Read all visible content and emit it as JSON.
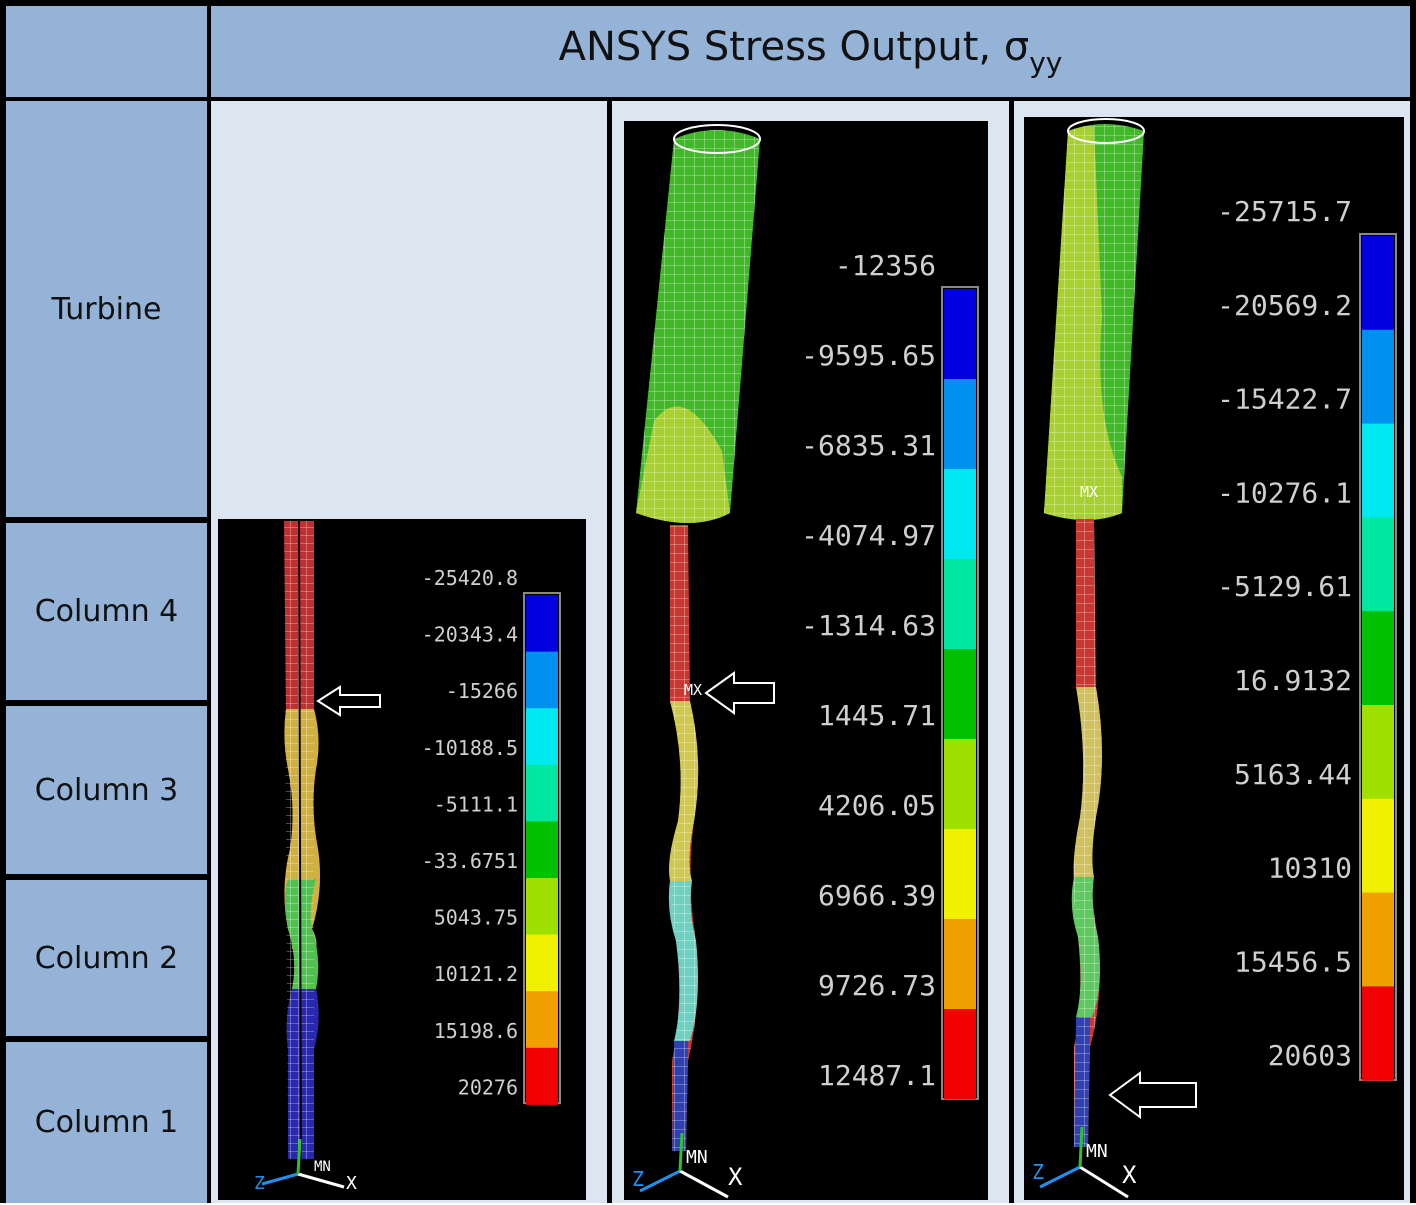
{
  "header": {
    "title_main": "ANSYS Stress Output, σ",
    "title_sub": "yy"
  },
  "rows": [
    "Turbine",
    "Column 4",
    "Column 3",
    "Column 2",
    "Column 1"
  ],
  "panels": [
    {
      "legend": [
        "-25420.8",
        "-20343.4",
        "-15266",
        "-10188.5",
        "-5111.1",
        "-33.6751",
        "5043.75",
        "10121.2",
        "15198.6",
        "20276"
      ],
      "triad": {
        "mn": "MN",
        "x": "X",
        "z": "Z"
      }
    },
    {
      "legend": [
        "-12356",
        "-9595.65",
        "-6835.31",
        "-4074.97",
        "-1314.63",
        "1445.71",
        "4206.05",
        "6966.39",
        "9726.73",
        "12487.1"
      ],
      "triad": {
        "mn": "MN",
        "x": "X",
        "z": "Z"
      },
      "marker": "MX"
    },
    {
      "legend": [
        "-25715.7",
        "-20569.2",
        "-15422.7",
        "-10276.1",
        "-5129.61",
        "16.9132",
        "5163.44",
        "10310",
        "15456.5",
        "20603"
      ],
      "triad": {
        "mn": "MN",
        "x": "X",
        "z": "Z"
      },
      "marker": "MX"
    }
  ],
  "colors": {
    "scale": [
      "#0000e0",
      "#0090f0",
      "#00e8f0",
      "#00e8a0",
      "#00c000",
      "#a0e000",
      "#f0f000",
      "#f0a000",
      "#f00000"
    ],
    "header_bg": "#95b3d7",
    "cell_bg": "#dce6f1"
  }
}
